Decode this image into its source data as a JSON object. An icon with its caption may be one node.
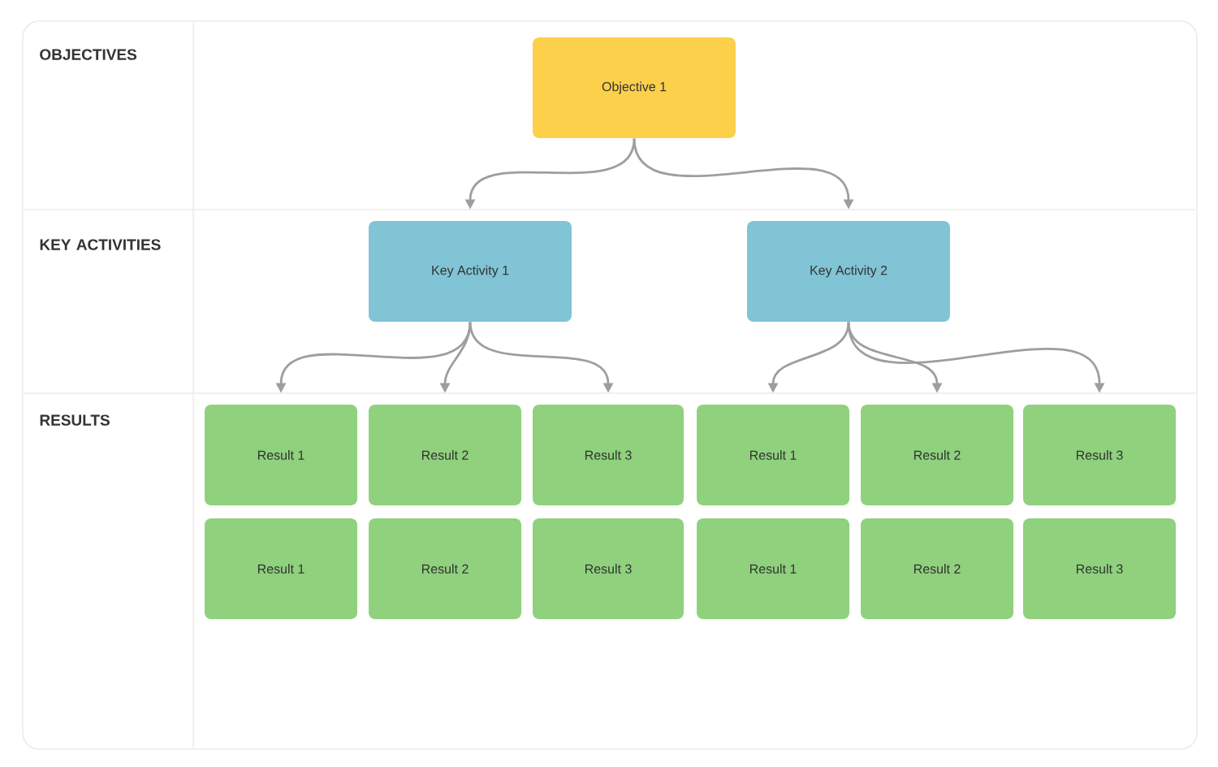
{
  "diagram": {
    "nodes": [
      {
        "text": [
          "Objective 1"
        ]
      },
      {
        "text": [
          "Key Activity 1"
        ]
      },
      {
        "text": [
          "Key Activity 2"
        ]
      },
      {
        "text": [
          "Result 1"
        ]
      },
      {
        "text": [
          "Result 2"
        ]
      },
      {
        "text": [
          "Result 3"
        ]
      },
      {
        "text": [
          "Result 1"
        ]
      },
      {
        "text": [
          "Result 2"
        ]
      },
      {
        "text": [
          "Result 3"
        ]
      },
      {
        "text": [
          "Result 1"
        ]
      },
      {
        "text": [
          "Result 2"
        ]
      },
      {
        "text": [
          "Result 3"
        ]
      },
      {
        "text": [
          "Result 1"
        ]
      },
      {
        "text": [
          "Result 2"
        ]
      },
      {
        "text": [
          "Result 3"
        ]
      }
    ],
    "edges": [
      {
        "from": 0,
        "to": 1,
        "arrow": "to"
      },
      {
        "from": 0,
        "to": 2,
        "arrow": "to"
      },
      {
        "from": 1,
        "to": 3,
        "arrow": "to"
      },
      {
        "from": 1,
        "to": 4,
        "arrow": "to"
      },
      {
        "from": 1,
        "to": 5,
        "arrow": "to"
      },
      {
        "from": 2,
        "to": 6,
        "arrow": "to"
      },
      {
        "from": 2,
        "to": 7,
        "arrow": "to"
      },
      {
        "from": 2,
        "to": 8,
        "arrow": "to"
      }
    ],
    "labels": [
      "OBJECTIVES",
      "KEY ACTIVITIES",
      "RESULTS"
    ]
  }
}
